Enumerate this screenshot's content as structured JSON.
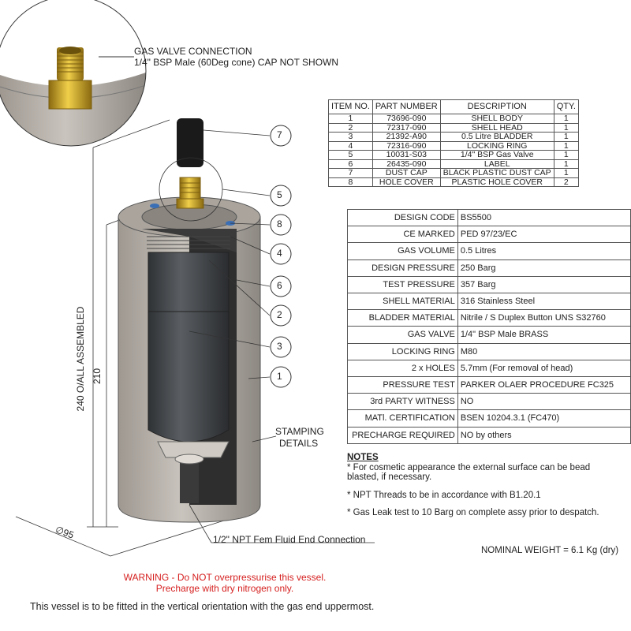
{
  "callouts": {
    "gas_valve_title": "GAS VALVE CONNECTION",
    "gas_valve_sub": "1/4\" BSP Male (60Deg cone) CAP NOT SHOWN",
    "stamping": "STAMPING\nDETAILS",
    "stamping_line1": "STAMPING",
    "stamping_line2": "DETAILS",
    "fluid_end": "1/2\" NPT Fem Fluid End Connection",
    "balloons": [
      "7",
      "5",
      "8",
      "4",
      "6",
      "2",
      "3",
      "1"
    ]
  },
  "dimensions": {
    "overall": "240 O/ALL ASSEMBLED",
    "body": "210",
    "diameter": "∅95"
  },
  "bom": {
    "headers": [
      "ITEM NO.",
      "PART NUMBER",
      "DESCRIPTION",
      "QTY."
    ],
    "rows": [
      [
        "1",
        "73696-090",
        "SHELL BODY",
        "1"
      ],
      [
        "2",
        "72317-090",
        "SHELL HEAD",
        "1"
      ],
      [
        "3",
        "21392-A90",
        "0.5 Litre BLADDER",
        "1"
      ],
      [
        "4",
        "72316-090",
        "LOCKING RING",
        "1"
      ],
      [
        "5",
        "10031-S03",
        "1/4\" BSP Gas Valve",
        "1"
      ],
      [
        "6",
        "26435-090",
        "LABEL",
        "1"
      ],
      [
        "7",
        "DUST CAP",
        "BLACK PLASTIC DUST CAP",
        "1"
      ],
      [
        "8",
        "HOLE COVER",
        "PLASTIC HOLE COVER",
        "2"
      ]
    ]
  },
  "specs": [
    [
      "DESIGN CODE",
      "BS5500"
    ],
    [
      "CE MARKED",
      "PED 97/23/EC"
    ],
    [
      "GAS VOLUME",
      "0.5 Litres"
    ],
    [
      "DESIGN PRESSURE",
      "250 Barg"
    ],
    [
      "TEST PRESSURE",
      "357 Barg"
    ],
    [
      "SHELL MATERIAL",
      "316 Stainless Steel"
    ],
    [
      "BLADDER MATERIAL",
      "Nitrile / S Duplex Button UNS S32760"
    ],
    [
      "GAS VALVE",
      "1/4\" BSP Male BRASS"
    ],
    [
      "LOCKING RING",
      "M80"
    ],
    [
      "2 x HOLES",
      "5.7mm (For removal of head)"
    ],
    [
      "PRESSURE TEST",
      "PARKER OLAER PROCEDURE FC325"
    ],
    [
      "3rd PARTY WITNESS",
      "NO"
    ],
    [
      "MATl. CERTIFICATION",
      "BSEN 10204.3.1   (FC470)"
    ],
    [
      "PRECHARGE REQUIRED",
      "NO  by others"
    ]
  ],
  "notes": {
    "title": "NOTES",
    "items": [
      "* For cosmetic appearance the external surface can be bead blasted, if necessary.",
      "* NPT Threads to be in accordance with B1.20.1",
      "* Gas Leak test to 10 Barg on complete assy prior to despatch."
    ]
  },
  "weight": "NOMINAL WEIGHT = 6.1 Kg (dry)",
  "warning": {
    "line1": "WARNING - Do NOT overpressurise this vessel.",
    "line2": "Precharge with dry nitrogen only."
  },
  "footer": "This vessel is to be fitted in the vertical orientation with the gas end uppermost.",
  "colors": {
    "shell": "#b7b2ab",
    "shell_dark": "#8f8a84",
    "bladder": "#4a4d50",
    "brass": "#c9a227",
    "cap": "#1a1a1a",
    "warning": "#d62020"
  }
}
